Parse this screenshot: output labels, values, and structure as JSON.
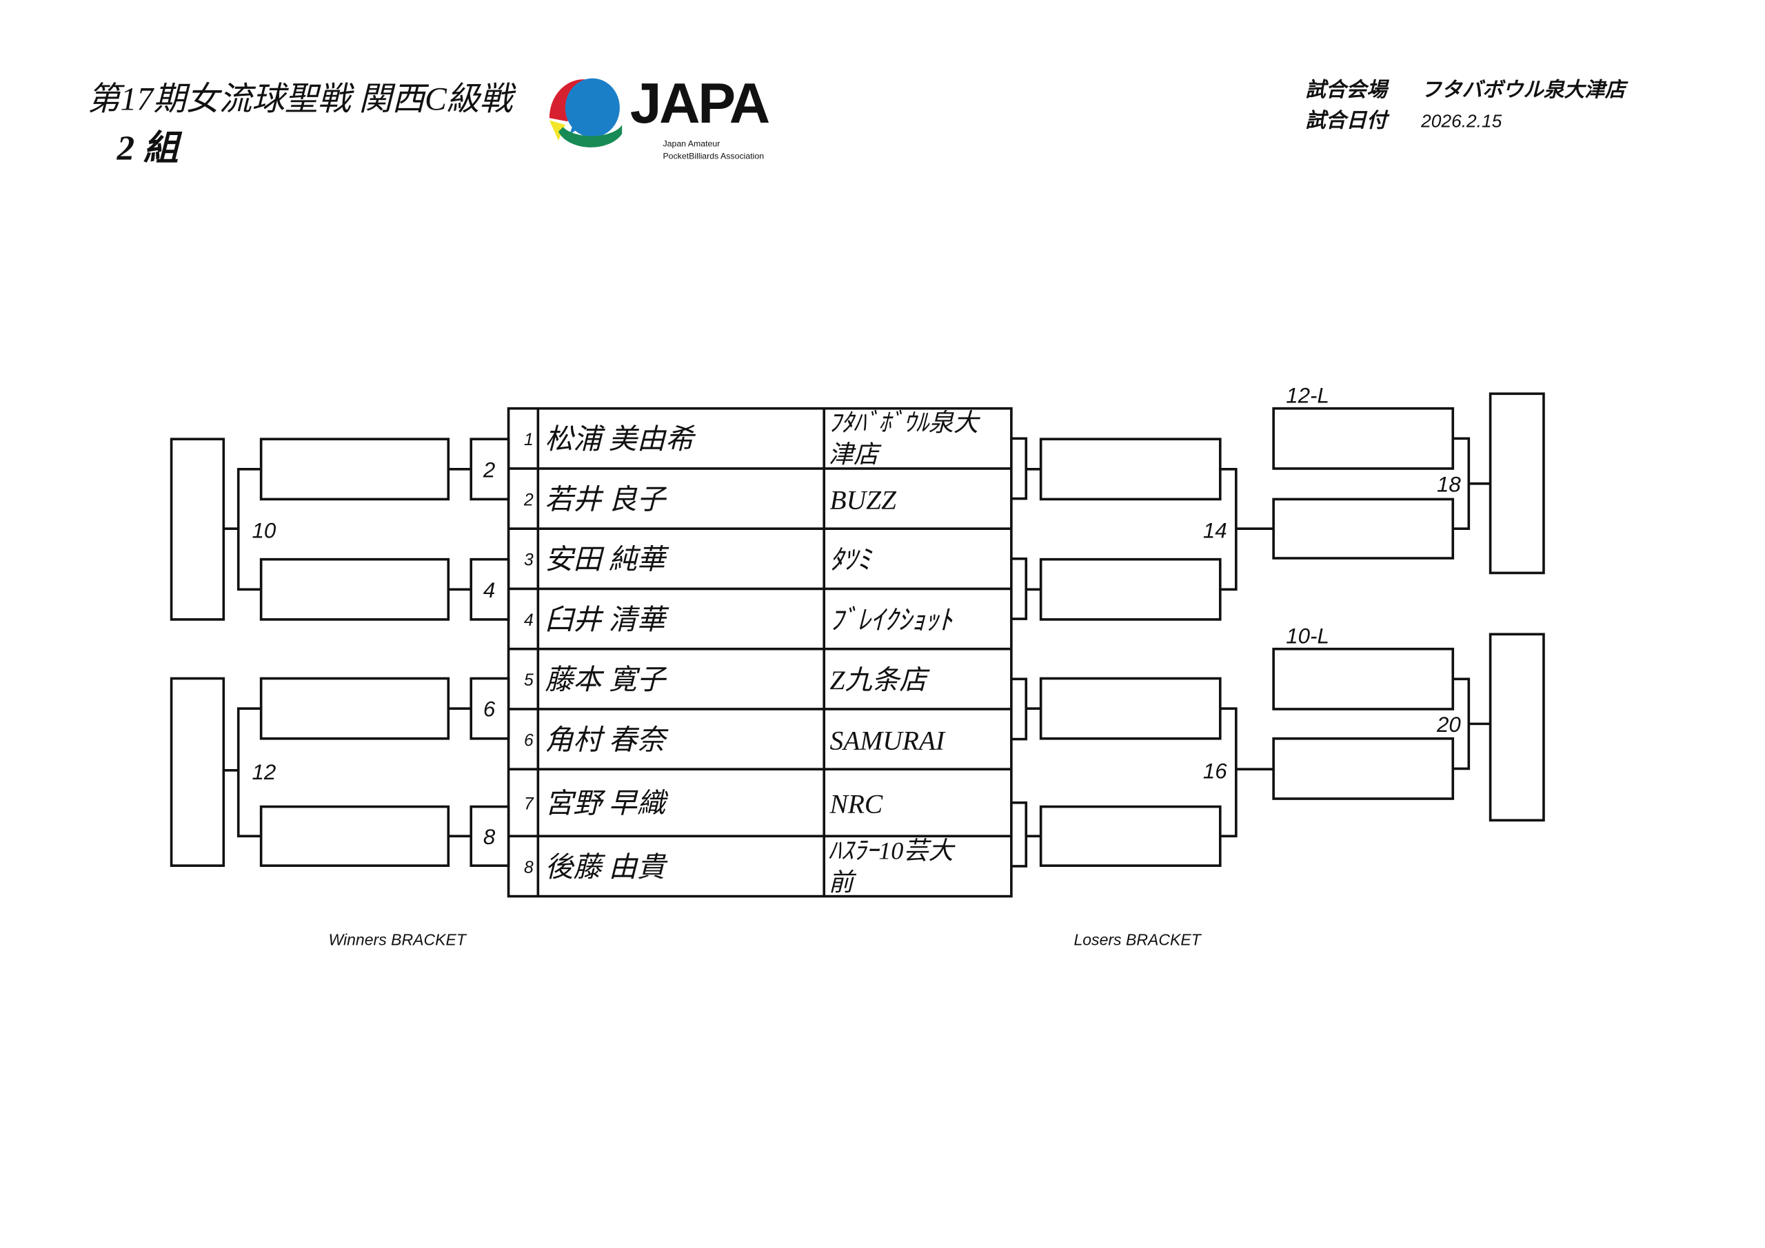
{
  "header": {
    "title": "第17期女流球聖戦 関西C級戦",
    "group": "2 組",
    "venue_label": "試合会場",
    "venue_value": "フタバボウル泉大津店",
    "date_label": "試合日付",
    "date_value": "2026.2.15"
  },
  "logo": {
    "wordmark": "JAPA",
    "line1": "Japan Amateur",
    "line2": "PocketBilliards Association",
    "colors": {
      "red": "#d7202f",
      "blue": "#1b7fc8",
      "yellow": "#f2e52a",
      "green": "#178a55"
    }
  },
  "players": [
    {
      "seed": "1",
      "name": "松浦 美由希",
      "team": [
        "ﾌﾀﾊﾞﾎﾞｳﾙ泉大",
        "津店"
      ]
    },
    {
      "seed": "2",
      "name": "若井 良子",
      "team": [
        "BUZZ"
      ]
    },
    {
      "seed": "3",
      "name": "安田 純華",
      "team": [
        "ﾀﾂﾐ"
      ]
    },
    {
      "seed": "4",
      "name": "臼井 清華",
      "team": [
        "ﾌﾞﾚｲｸｼｮｯﾄ"
      ]
    },
    {
      "seed": "5",
      "name": "藤本 寛子",
      "team": [
        "Z九条店"
      ]
    },
    {
      "seed": "6",
      "name": "角村 春奈",
      "team": [
        "SAMURAI"
      ]
    },
    {
      "seed": "7",
      "name": "宮野 早織",
      "team": [
        "NRC"
      ]
    },
    {
      "seed": "8",
      "name": "後藤 由貴",
      "team": [
        "ﾊｽﾗｰ10芸大",
        "前"
      ]
    }
  ],
  "winners": {
    "match_labels": [
      "2",
      "4",
      "6",
      "8"
    ],
    "semi_labels": [
      "10",
      "12"
    ],
    "caption": "Winners BRACKET"
  },
  "losers": {
    "match_labels": [
      "14",
      "16"
    ],
    "final_labels": [
      "18",
      "20"
    ],
    "drop_labels": [
      "12-L",
      "10-L"
    ],
    "caption": "Losers BRACKET"
  }
}
